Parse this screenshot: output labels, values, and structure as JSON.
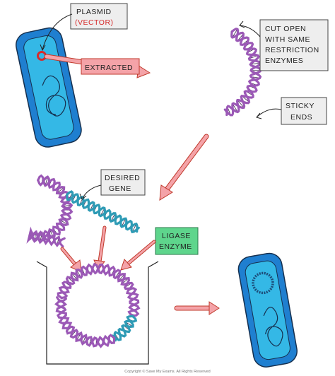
{
  "labels": {
    "plasmid": "PLASMID",
    "vector": "(VECTOR)",
    "extracted": "EXTRACTED",
    "cut_line1": "CUT OPEN",
    "cut_line2": "WITH SAME",
    "cut_line3": "RESTRICTION",
    "cut_line4": "ENZYMES",
    "sticky_line1": "STICKY",
    "sticky_line2": "ENDS",
    "desired_line1": "DESIRED",
    "desired_line2": "GENE",
    "ligase_line1": "LIGASE",
    "ligase_line2": "ENZYME",
    "copyright": "Copyright © Save My Exams. All Rights Reserved"
  },
  "colors": {
    "bacterium_outer": "#1f7fd0",
    "bacterium_inner": "#34b8e6",
    "dna_purple": "#9b59b6",
    "dna_teal": "#2e9bb5",
    "arrow_pink": "#f4a3a8",
    "arrow_stroke": "#c0392b",
    "plasmid_red": "#d62b2b",
    "ligase_green": "#5ed58c",
    "callout_grey": "#eeeeee"
  }
}
